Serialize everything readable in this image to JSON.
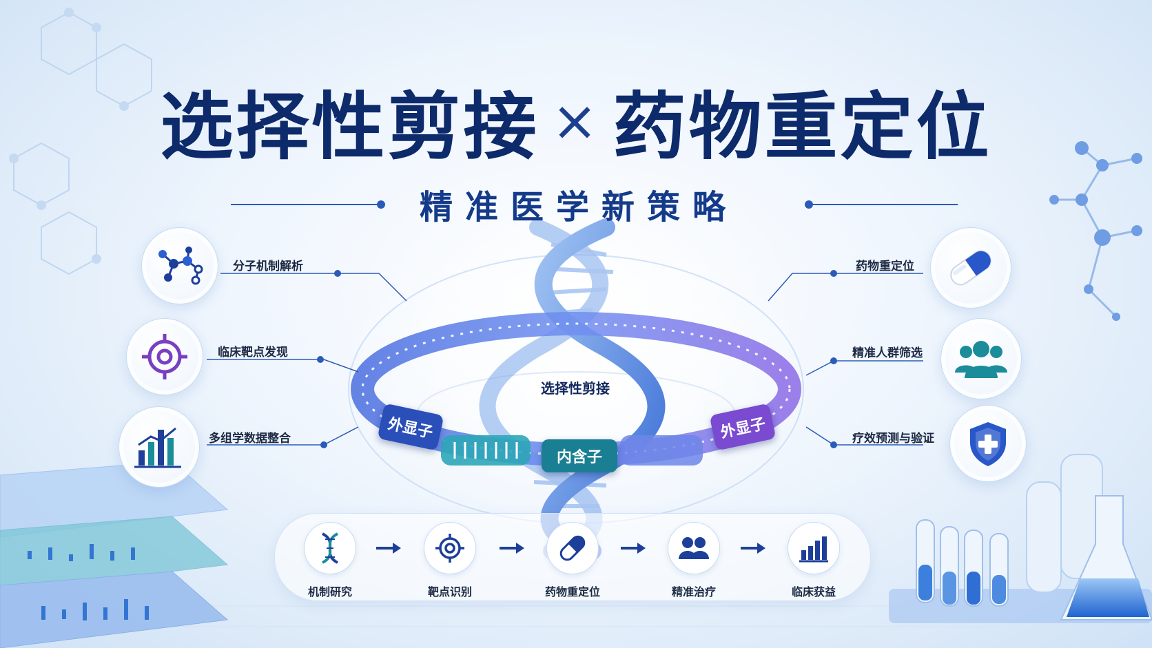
{
  "title": {
    "left": "选择性剪接",
    "sep": "×",
    "right": "药物重定位"
  },
  "subtitle": "精准医学新策略",
  "center": {
    "splice_label": "选择性剪接",
    "exon_left": "外显子",
    "intron": "内含子",
    "exon_right": "外显子"
  },
  "left_features": [
    {
      "label": "分子机制解析",
      "icon": "molecule-icon"
    },
    {
      "label": "临床靶点发现",
      "icon": "target-icon"
    },
    {
      "label": "多组学数据整合",
      "icon": "bar-chart-icon"
    }
  ],
  "right_features": [
    {
      "label": "药物重定位",
      "icon": "capsule-icon"
    },
    {
      "label": "精准人群筛选",
      "icon": "people-icon"
    },
    {
      "label": "疗效预测与验证",
      "icon": "shield-plus-icon"
    }
  ],
  "flow": [
    {
      "label": "机制研究",
      "icon": "dna-icon"
    },
    {
      "label": "靶点识别",
      "icon": "target-icon"
    },
    {
      "label": "药物重定位",
      "icon": "capsule-icon"
    },
    {
      "label": "精准治疗",
      "icon": "people-icon"
    },
    {
      "label": "临床获益",
      "icon": "bar-chart-icon"
    }
  ],
  "colors": {
    "navy": "#0d2a6b",
    "blue": "#2a5bb8",
    "purple": "#7a3fc0",
    "teal": "#1a8c9a",
    "accent_blue": "#2757c9"
  }
}
